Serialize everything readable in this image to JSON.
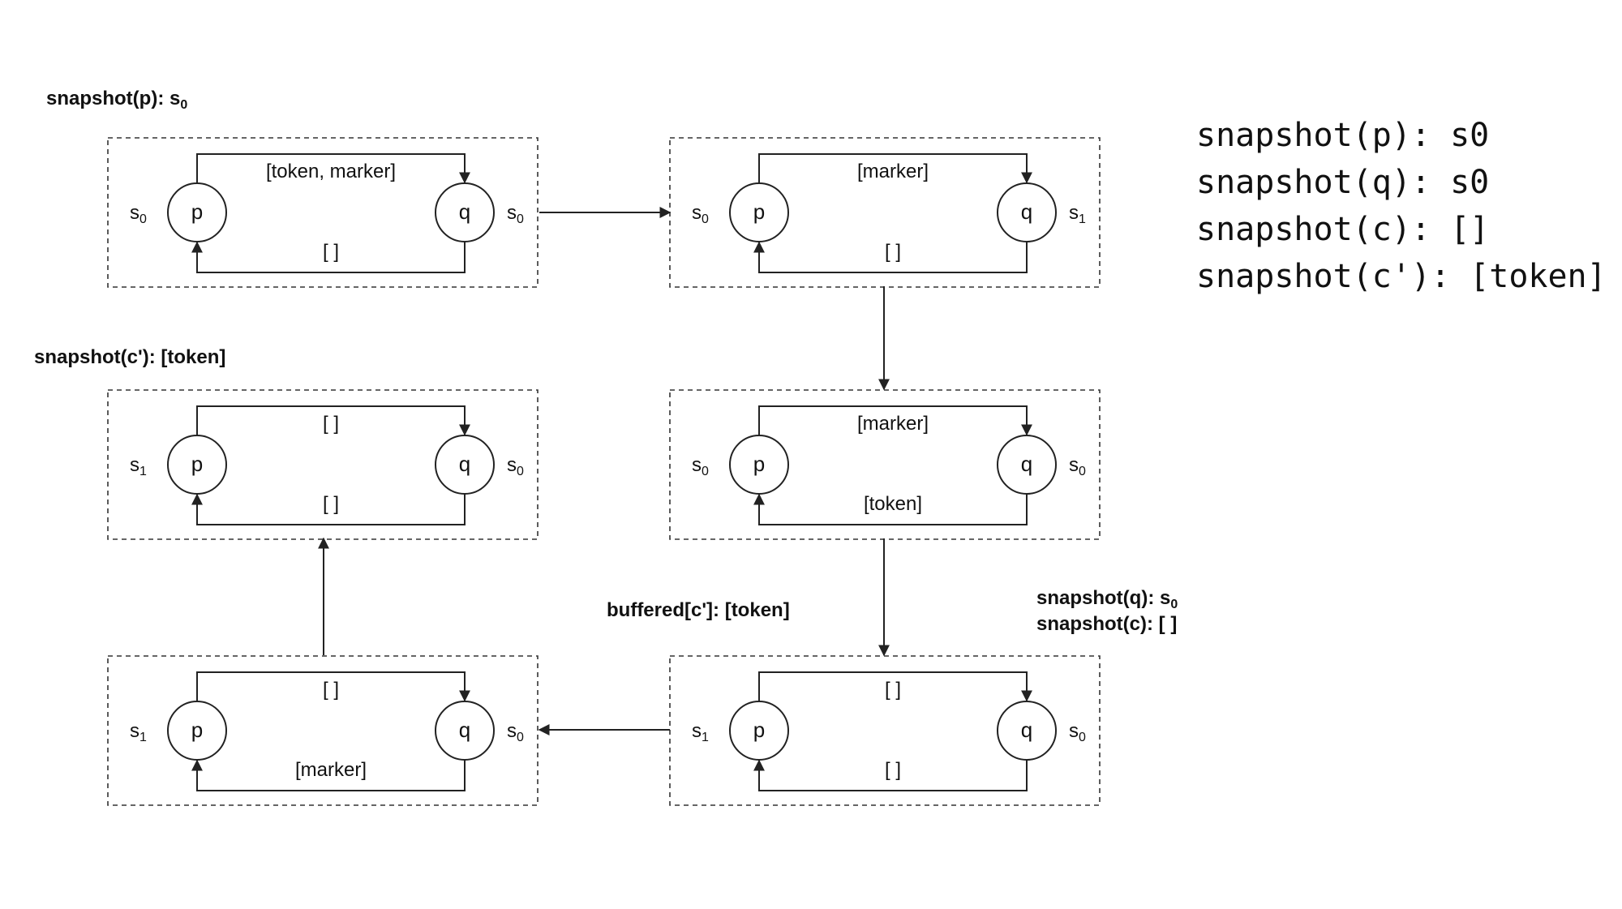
{
  "colors": {
    "stroke": "#222222",
    "text": "#111111",
    "dash": "#333333"
  },
  "panels": [
    {
      "id": "panel-1",
      "p_state": "s",
      "p_state_sub": "0",
      "q_state": "s",
      "q_state_sub": "0",
      "top_channel": "[token, marker]",
      "bottom_channel": "[ ]"
    },
    {
      "id": "panel-2",
      "p_state": "s",
      "p_state_sub": "0",
      "q_state": "s",
      "q_state_sub": "1",
      "top_channel": "[marker]",
      "bottom_channel": "[ ]"
    },
    {
      "id": "panel-3",
      "p_state": "s",
      "p_state_sub": "0",
      "q_state": "s",
      "q_state_sub": "0",
      "top_channel": "[marker]",
      "bottom_channel": "[token]"
    },
    {
      "id": "panel-4",
      "p_state": "s",
      "p_state_sub": "1",
      "q_state": "s",
      "q_state_sub": "0",
      "top_channel": "[ ]",
      "bottom_channel": "[ ]"
    },
    {
      "id": "panel-5",
      "p_state": "s",
      "p_state_sub": "1",
      "q_state": "s",
      "q_state_sub": "0",
      "top_channel": "[ ]",
      "bottom_channel": "[marker]"
    },
    {
      "id": "panel-6",
      "p_state": "s",
      "p_state_sub": "1",
      "q_state": "s",
      "q_state_sub": "0",
      "top_channel": "[ ]",
      "bottom_channel": "[ ]"
    }
  ],
  "process_labels": {
    "p": "p",
    "q": "q"
  },
  "annotations": {
    "snapshot_p": {
      "text": "snapshot(p): s",
      "sub": "0"
    },
    "snapshot_c_prime": {
      "text": "snapshot(c'): [token]"
    },
    "buffered_c_prime": {
      "text": "buffered[c']: [token]"
    },
    "snapshot_q": {
      "text": "snapshot(q): s",
      "sub": "0"
    },
    "snapshot_c": {
      "text": "snapshot(c): [ ]"
    }
  },
  "summary": [
    "snapshot(p): s0",
    "snapshot(q): s0",
    "snapshot(c): []",
    "snapshot(c'): [token]"
  ]
}
